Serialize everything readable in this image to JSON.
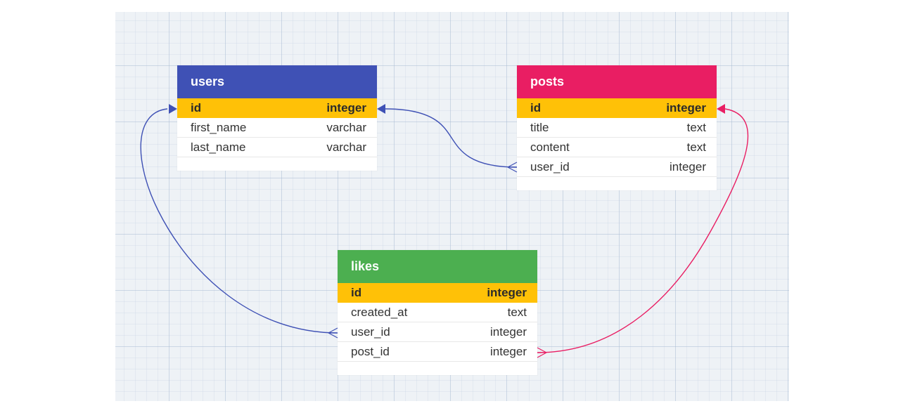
{
  "tables": {
    "users": {
      "title": "users",
      "header_color": "#3f51b5",
      "pk": {
        "name": "id",
        "type": "integer"
      },
      "columns": [
        {
          "name": "first_name",
          "type": "varchar"
        },
        {
          "name": "last_name",
          "type": "varchar"
        }
      ]
    },
    "posts": {
      "title": "posts",
      "header_color": "#e91e63",
      "pk": {
        "name": "id",
        "type": "integer"
      },
      "columns": [
        {
          "name": "title",
          "type": "text"
        },
        {
          "name": "content",
          "type": "text"
        },
        {
          "name": "user_id",
          "type": "integer"
        }
      ]
    },
    "likes": {
      "title": "likes",
      "header_color": "#4caf50",
      "pk": {
        "name": "id",
        "type": "integer"
      },
      "columns": [
        {
          "name": "created_at",
          "type": "text"
        },
        {
          "name": "user_id",
          "type": "integer"
        },
        {
          "name": "post_id",
          "type": "integer"
        }
      ]
    }
  },
  "relationships": [
    {
      "from": "posts.user_id",
      "to": "users.id",
      "color": "#3f51b5",
      "cardinality": "many-to-one"
    },
    {
      "from": "likes.user_id",
      "to": "users.id",
      "color": "#3f51b5",
      "cardinality": "many-to-one"
    },
    {
      "from": "likes.post_id",
      "to": "posts.id",
      "color": "#e91e63",
      "cardinality": "many-to-one"
    }
  ],
  "colors": {
    "pk_row": "#ffc107",
    "canvas": "#eef2f6"
  }
}
